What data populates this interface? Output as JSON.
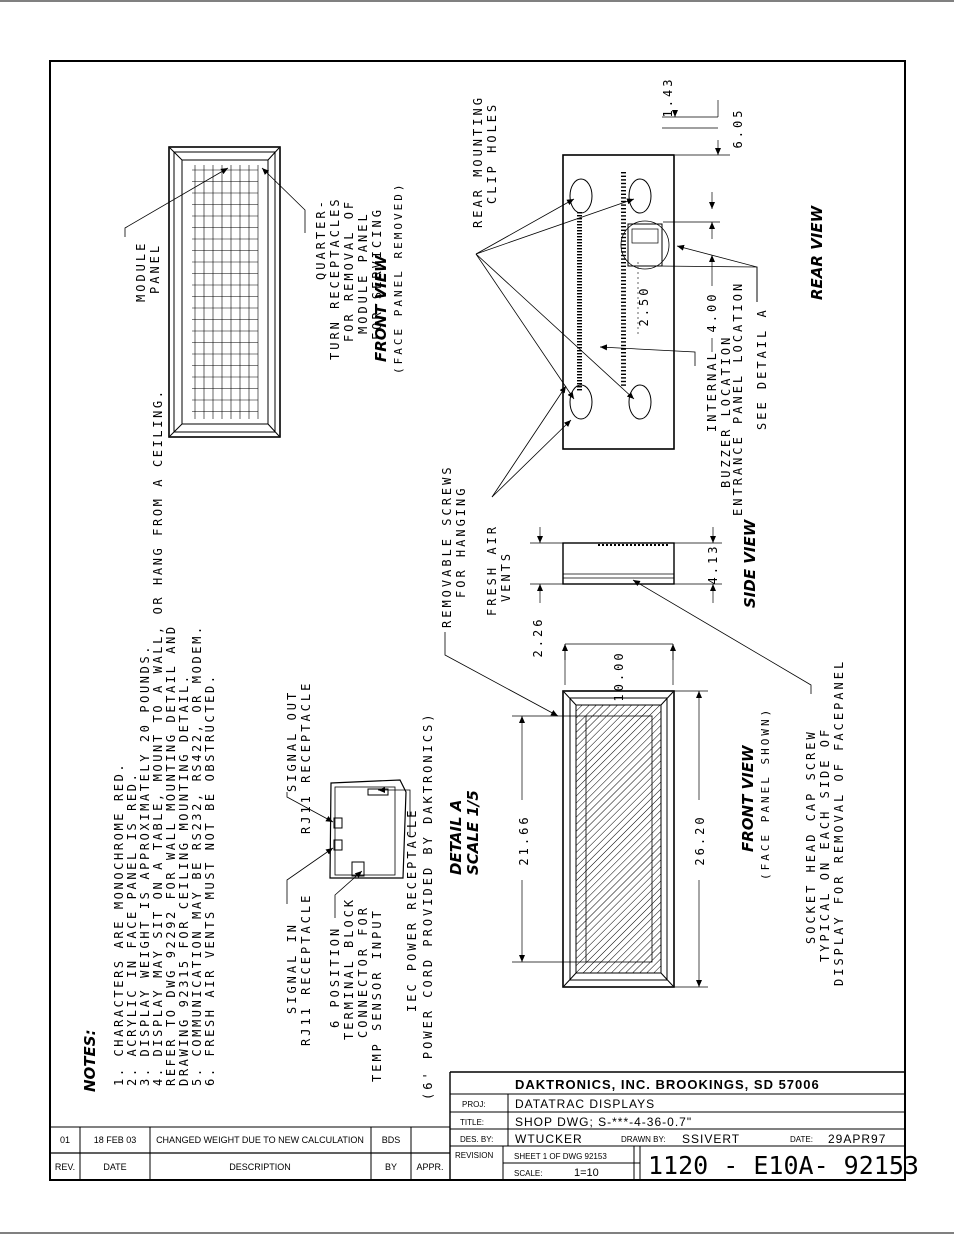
{
  "notes": {
    "heading": "NOTES:",
    "items": [
      "1.  CHARACTERS ARE MONOCHROME RED.",
      "2.  ACRYLIC IN FACE PANEL IS RED.",
      "3.  DISPLAY WEIGHT IS APPROXIMATELY 20 POUNDS.",
      "4.  DISPLAY MAY SIT ON A TABLE, MOUNT TO A WALL, OR HANG FROM A CEILING.",
      "     REFER TO DWG 92292 FOR WALL MOUNTING DETAIL AND",
      "     DRAWING 92315 FOR CEILING MOUNTING DETAIL.",
      "5.  COMMUNICATION MAY BE RS232, RS422, OR MODEM.",
      "6.  FRESH AIR VENTS MUST NOT BE OBSTRUCTED."
    ]
  },
  "detail_a": {
    "title": "DETAIL  A",
    "scale": "SCALE  1/5",
    "signal_in": [
      "SIGNAL IN",
      "RJ11 RECEPTACLE"
    ],
    "signal_out": [
      "SIGNAL OUT",
      "RJ11 RECEPTACLE"
    ],
    "terminal": [
      "6 POSITION",
      "TERMINAL BLOCK",
      "CONNECTOR FOR",
      "TEMP SENSOR INPUT"
    ],
    "power": [
      "IEC POWER RECEPTACLE",
      "(6' POWER CORD PROVIDED BY DAKTRONICS)"
    ]
  },
  "front_view_removed": {
    "title": "FRONT  VIEW",
    "subtitle": "(FACE PANEL REMOVED)",
    "module_panel": [
      "MODULE",
      "PANEL"
    ],
    "quarter_turn": [
      "QUARTER-",
      "TURN RECEPTACLES",
      "FOR REMOVAL OF",
      "MODULE PANEL",
      "FOR SERVICING"
    ]
  },
  "front_view_shown": {
    "title": "FRONT  VIEW",
    "subtitle": "(FACE PANEL SHOWN)",
    "dim_height": "21.66",
    "dim_width": "26.20",
    "dim_depth": "10.00",
    "socket_screw": [
      "SOCKET HEAD CAP SCREW",
      "TYPICAL ON EACH SIDE OF",
      "DISPLAY FOR REMOVAL OF FACEPANEL"
    ],
    "removable_screws": [
      "REMOVABLE SCREWS",
      "FOR HANGING"
    ]
  },
  "side_view": {
    "title": "SIDE  VIEW",
    "dim_226": "2.26",
    "dim_413": "4.13",
    "fresh_air": [
      "FRESH AIR",
      "VENTS"
    ]
  },
  "rear_view": {
    "title": "REAR  VIEW",
    "rear_clips": [
      "REAR MOUNTING",
      "CLIP HOLES"
    ],
    "dim_143": "1.43",
    "dim_605": "6.05",
    "dim_250": "2.50",
    "dim_400": "4.00",
    "buzzer": [
      "INTERNAL",
      "BUZZER LOCATION"
    ],
    "entrance": [
      "ENTRANCE PANEL LOCATION",
      "SEE DETAIL  A"
    ]
  },
  "title_block": {
    "company": "DAKTRONICS, INC.   BROOKINGS, SD 57006",
    "proj_label": "PROJ:",
    "proj": "DATATRAC DISPLAYS",
    "title_label": "TITLE:",
    "title": "SHOP DWG; S-***-4-36-0.7\"",
    "des_label": "DES. BY:",
    "des": "WTUCKER",
    "drawn_label": "DRAWN BY:",
    "drawn": "SSIVERT",
    "date_label": "DATE:",
    "date": "29APR97",
    "revision_label": "REVISION",
    "sheet": "SHEET 1 OF DWG 92153",
    "scale_label": "SCALE:",
    "scale": "1=10",
    "dwg_number": "1120 - E10A- 92153"
  },
  "revision_table": {
    "headers": [
      "REV.",
      "DATE",
      "DESCRIPTION",
      "BY",
      "APPR."
    ],
    "rows": [
      [
        "01",
        "18 FEB 03",
        "CHANGED WEIGHT DUE TO NEW CALCULATION",
        "BDS",
        ""
      ]
    ]
  }
}
